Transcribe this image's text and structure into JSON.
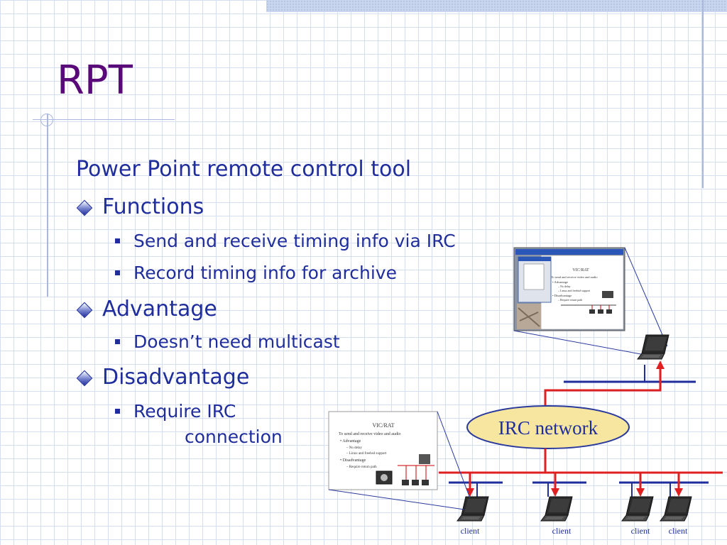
{
  "slide": {
    "title": "RPT",
    "bullets": {
      "intro": "Power Point remote control tool",
      "functions": {
        "label": "Functions",
        "items": [
          "Send and receive timing info via IRC",
          "Record timing info for archive"
        ]
      },
      "advantage": {
        "label": "Advantage",
        "items": [
          "Doesn’t need multicast"
        ]
      },
      "disadvantage": {
        "label": "Disadvantage",
        "items": [
          "Require IRC",
          "connection"
        ]
      }
    }
  },
  "diagram": {
    "network_label": "IRC network",
    "client_label": "client",
    "thumbnail": {
      "title": "VIC/RAT",
      "lines": [
        "To send and receive video and audio",
        "• Advantage",
        "– No delay",
        "– Linux and freebsd support",
        "• Disadvantage",
        "– Require return path"
      ]
    }
  },
  "colors": {
    "title": "#5a0a78",
    "text": "#1f2e9c",
    "bus_red": "#e02020",
    "bus_blue": "#1f2e9c",
    "network_fill": "#f6e6a0",
    "network_stroke": "#2a3a9c"
  }
}
